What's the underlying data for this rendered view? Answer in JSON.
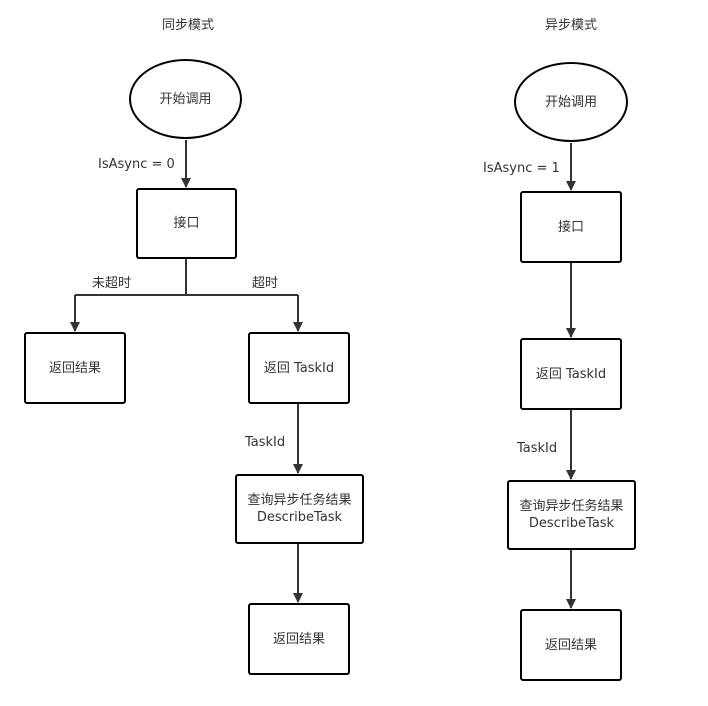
{
  "sync": {
    "title": "同步模式",
    "start": "开始调用",
    "condition": "IsAsync = 0",
    "api": "接口",
    "branch_not_timeout": "未超时",
    "branch_timeout": "超时",
    "return_result_left": "返回结果",
    "return_taskid": "返回 TaskId",
    "taskid_label": "TaskId",
    "query_line1": "查询异步任务结果",
    "query_line2": "DescribeTask",
    "return_result_final": "返回结果"
  },
  "async": {
    "title": "异步模式",
    "start": "开始调用",
    "condition": "IsAsync = 1",
    "api": "接口",
    "return_taskid": "返回 TaskId",
    "taskid_label": "TaskId",
    "query_line1": "查询异步任务结果",
    "query_line2": "DescribeTask",
    "return_result_final": "返回结果"
  },
  "colors": {
    "line": "#333333",
    "border": "#000000",
    "text": "#333333"
  }
}
